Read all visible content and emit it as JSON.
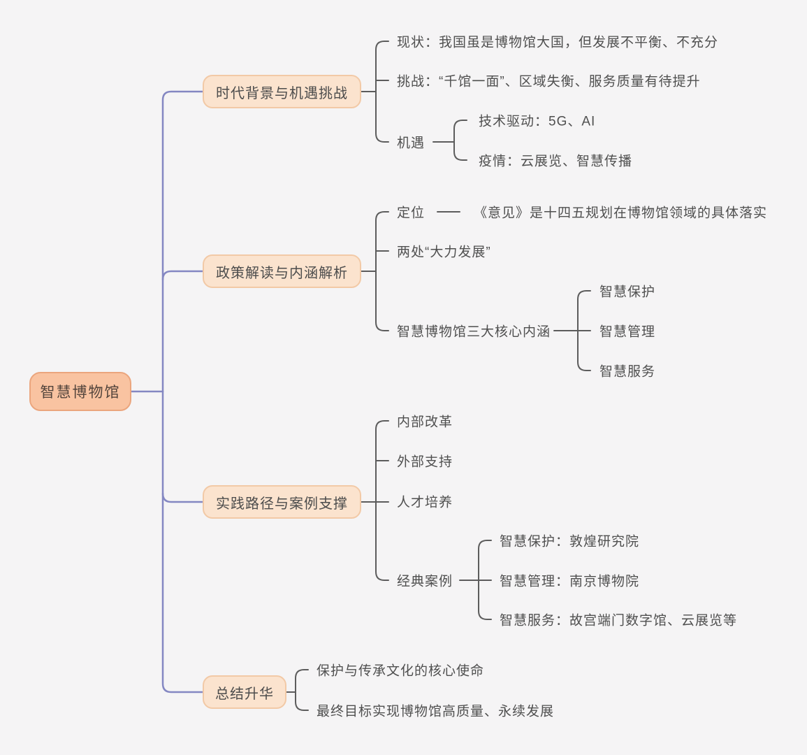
{
  "root": {
    "label": "智慧博物馆"
  },
  "branches": [
    {
      "label": "时代背景与机遇挑战",
      "children": [
        {
          "label": "现状：我国虽是博物馆大国，但发展不平衡、不充分"
        },
        {
          "label": "挑战：“千馆一面”、区域失衡、服务质量有待提升"
        },
        {
          "label": "机遇",
          "children": [
            {
              "label": "技术驱动：5G、AI"
            },
            {
              "label": "疫情：云展览、智慧传播"
            }
          ]
        }
      ]
    },
    {
      "label": "政策解读与内涵解析",
      "children": [
        {
          "label": "定位",
          "children": [
            {
              "label": "《意见》是十四五规划在博物馆领域的具体落实"
            }
          ]
        },
        {
          "label": "两处“大力发展”"
        },
        {
          "label": "智慧博物馆三大核心内涵",
          "children": [
            {
              "label": "智慧保护"
            },
            {
              "label": "智慧管理"
            },
            {
              "label": "智慧服务"
            }
          ]
        }
      ]
    },
    {
      "label": "实践路径与案例支撑",
      "children": [
        {
          "label": "内部改革"
        },
        {
          "label": "外部支持"
        },
        {
          "label": "人才培养"
        },
        {
          "label": "经典案例",
          "children": [
            {
              "label": "智慧保护：敦煌研究院"
            },
            {
              "label": "智慧管理：南京博物院"
            },
            {
              "label": "智慧服务：故宫端门数字馆、云展览等"
            }
          ]
        }
      ]
    },
    {
      "label": "总结升华",
      "children": [
        {
          "label": "保护与传承文化的核心使命"
        },
        {
          "label": "最终目标实现博物馆高质量、永续发展"
        }
      ]
    }
  ],
  "colors": {
    "canvas_bg": "#f5f4f5",
    "root_fill": "#f9c3a1",
    "root_border": "#eba57d",
    "root_text": "#53443c",
    "branch_fill": "#fbe3ce",
    "branch_border": "#f2c9a6",
    "branch_text": "#4c4c4c",
    "leaf_text": "#4f4f4f",
    "connector_purple": "#8487c2",
    "connector_gray": "#5c5c5c"
  }
}
